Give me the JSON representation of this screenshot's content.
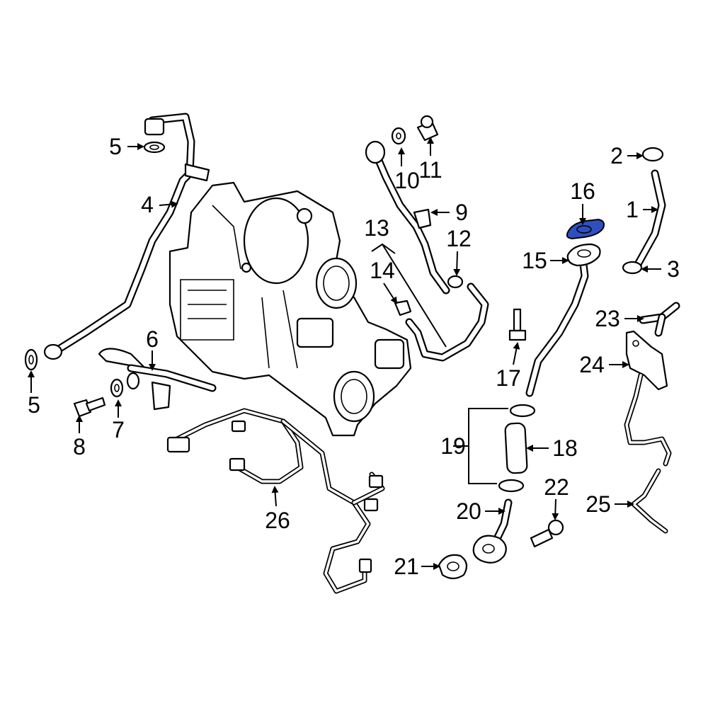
{
  "highlight_color": "#2f4fc0",
  "highlighted_part": "16",
  "callouts": {
    "c1": "1",
    "c2": "2",
    "c3": "3",
    "c4": "4",
    "c5a": "5",
    "c5b": "5",
    "c6": "6",
    "c7": "7",
    "c8": "8",
    "c9": "9",
    "c10": "10",
    "c11": "11",
    "c12": "12",
    "c13": "13",
    "c14": "14",
    "c15": "15",
    "c16": "16",
    "c17": "17",
    "c18": "18",
    "c19": "19",
    "c20": "20",
    "c21": "21",
    "c22": "22",
    "c23": "23",
    "c24": "24",
    "c25": "25",
    "c26": "26"
  }
}
